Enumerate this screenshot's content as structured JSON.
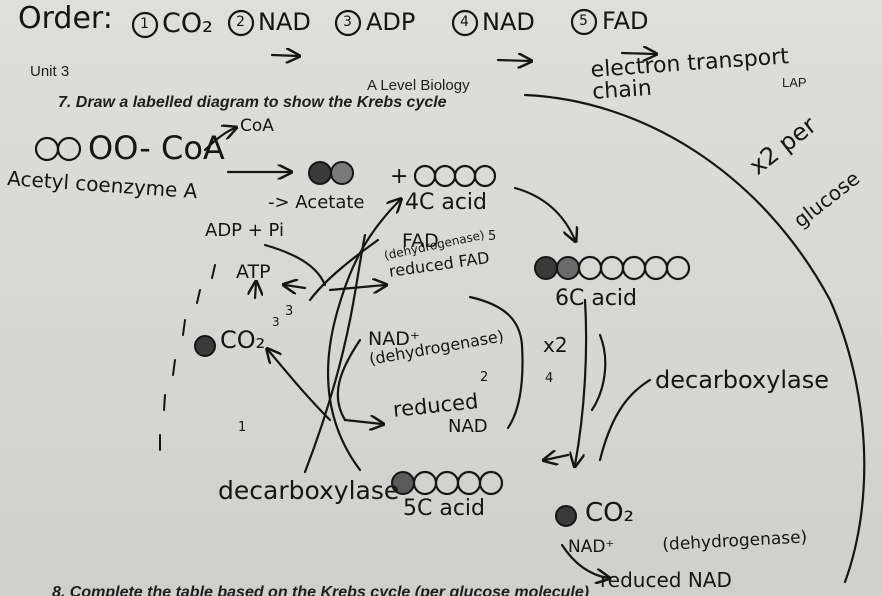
{
  "header": {
    "order_label": "Order:",
    "steps": [
      {
        "num": "1",
        "label": "CO₂"
      },
      {
        "num": "2",
        "label": "NAD"
      },
      {
        "num": "3",
        "label": "ADP"
      },
      {
        "num": "4",
        "label": "NAD"
      },
      {
        "num": "5",
        "label": "FAD"
      }
    ],
    "etc_note": "electron transport chain",
    "lap": "LAP"
  },
  "worksheet": {
    "unit": "Unit 3",
    "subject": "A Level Biology",
    "question_7": "7.  Draw a labelled diagram to show the Krebs cycle",
    "question_8_fragment": "8.   Complete the table based on the Krebs cycle (per glucose molecule)"
  },
  "diagram": {
    "acetyl_coa": "OO- CoA",
    "acetyl_coa_label": "Acetyl coenzyme A",
    "coa_release": "CoA",
    "acetate": "-> Acetate",
    "plus": "+",
    "four_c_acid": "4C acid",
    "six_c_acid": "6C acid",
    "five_c_acid": "5C acid",
    "adp_pi": "ADP + Pi",
    "atp": "ATP",
    "atp_step": "3",
    "fad": "FAD",
    "dehydrogenase_fad": "(dehydrogenase)",
    "fad_step": "5",
    "reduced_fad": "reduced FAD",
    "nad_plus": "NAD⁺",
    "dehydrogenase_nad": "(dehydrogenase)",
    "nad_step": "2",
    "reduced_nad_1": "reduced",
    "reduced_nad_2": "NAD",
    "x2_loop": "x2",
    "step_4": "4",
    "co2_left": "CO₂",
    "co2_left_step": "3",
    "step_1": "1",
    "decarboxylase_left": "decarboxylase",
    "decarboxylase_right": "decarboxylase",
    "co2_right": "CO₂",
    "nad_plus_bottom": "NAD⁺",
    "dehydrogenase_bottom": "(dehydrogenase)",
    "reduced_nad_bottom": "reduced NAD",
    "x2_per_glucose_1": "x2 per",
    "x2_per_glucose_2": "glucose"
  },
  "colors": {
    "paper": "#d9d9d6",
    "ink": "#151515",
    "filled_circle": "#3a3a3a"
  }
}
